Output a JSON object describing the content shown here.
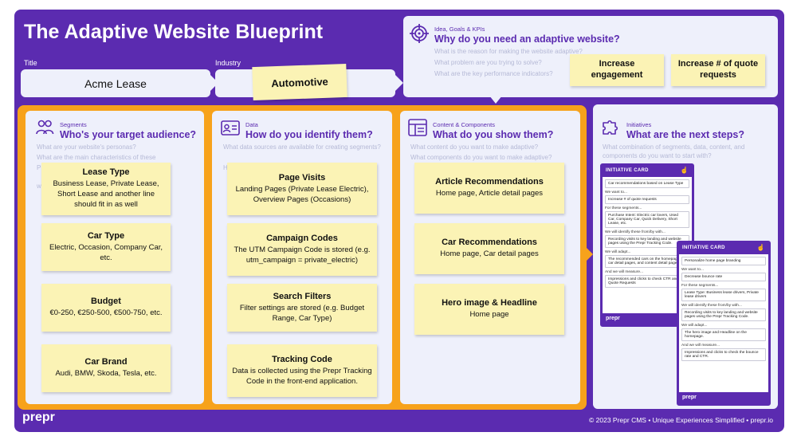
{
  "title": "The Adaptive Website Blueprint",
  "fields": {
    "title_label": "Title",
    "title_value": "Acme Lease",
    "industry_label": "Industry",
    "industry_value": "Automotive"
  },
  "goals": {
    "small": "Idea, Goals & KPIs",
    "title": "Why do you need an adaptive website?",
    "questions": [
      "What is the reason for making the website adaptive?",
      "What problem are you trying to solve?",
      "What are the key performance indicators?"
    ],
    "notes": [
      "Increase engagement",
      "Increase # of quote requests"
    ]
  },
  "segments": {
    "small": "Segments",
    "title": "Who's your target audience?",
    "questions": [
      "What are your website's personas?",
      "What are the main characteristics of these",
      "P",
      "w"
    ],
    "notes": [
      {
        "title": "Lease Type",
        "text": "Business Lease, Private Lease, Short Lease and another line should fit in as well"
      },
      {
        "title": "Car Type",
        "text": "Electric, Occasion, Company Car, etc."
      },
      {
        "title": "Budget",
        "text": "€0-250, €250-500, €500-750, etc."
      },
      {
        "title": "Car Brand",
        "text": "Audi, BMW, Skoda, Tesla, etc."
      }
    ]
  },
  "data": {
    "small": "Data",
    "title": "How do you identify them?",
    "questions": [
      "What data sources are available for creating segments?",
      "H"
    ],
    "notes": [
      {
        "title": "Page Visits",
        "text": "Landing Pages (Private Lease Electric), Overview Pages (Occasions)"
      },
      {
        "title": "Campaign Codes",
        "text": "The UTM Campaign Code is stored (e.g. utm_campaign = private_electric)"
      },
      {
        "title": "Search Filters",
        "text": "Filter settings are stored (e.g. Budget Range, Car Type)"
      },
      {
        "title": "Tracking Code",
        "text": "Data is collected using the Prepr Tracking Code in the front-end application."
      }
    ]
  },
  "content": {
    "small": "Content & Components",
    "title": "What do you show them?",
    "questions": [
      "What content do you want to make adaptive?",
      "What components do you want to make adaptive?"
    ],
    "notes": [
      {
        "title": "Article Recommendations",
        "text": "Home page, Article detail pages"
      },
      {
        "title": "Car Recommendations",
        "text": "Home page, Car detail pages"
      },
      {
        "title": "Hero image & Headline",
        "text": "Home page"
      }
    ]
  },
  "initiatives": {
    "small": "Initiatives",
    "title": "What are the next steps?",
    "questions": [
      "What combination of segments, data, content, and components do you want to start with?"
    ],
    "card1": {
      "head": "INITIATIVE CARD",
      "name": "Car recommendations based on Lease Type",
      "rows": [
        {
          "label": "We want to...",
          "value": "Increase # of quote requests"
        },
        {
          "label": "For these segments...",
          "value": "Purchase Intent: Electric car lovers, Used Car, Company Car, Quick Delivery, Short Lease, etc."
        },
        {
          "label": "We will identify these from/by with...",
          "value": "Recording visits to key landing and website pages using the Prepr Tracking Code."
        },
        {
          "label": "We will adapt...",
          "value": "The recommended cars on the homepage, car detail pages, and content detail pages."
        },
        {
          "label": "And we will measure...",
          "value": "Impressions and clicks to check CTR and # of Quote Requests"
        }
      ],
      "foot": "prepr"
    },
    "card2": {
      "head": "INITIATIVE CARD",
      "name": "Personalize home page branding",
      "rows": [
        {
          "label": "We want to...",
          "value": "Decrease bounce rate"
        },
        {
          "label": "For these segments...",
          "value": "Lease Type: Business lease drivers, Private lease drivers"
        },
        {
          "label": "We will identify these from/by with...",
          "value": "Recording visits to key landing and website pages using the Prepr Tracking Code."
        },
        {
          "label": "We will adapt...",
          "value": "The hero image and Headline on the homepage."
        },
        {
          "label": "And we will measure...",
          "value": "Impressions and clicks to check the bounce rate and CTR."
        }
      ],
      "foot": "prepr"
    }
  },
  "footer": {
    "logo": "prepr",
    "note": "© 2023 Prepr CMS • Unique Experiences Simplified • prepr.io"
  },
  "colors": {
    "brand_purple": "#5b2bb0",
    "panel": "#eef0fb",
    "sticky": "#fbf3b5",
    "accent_orange": "#f7a21b"
  }
}
